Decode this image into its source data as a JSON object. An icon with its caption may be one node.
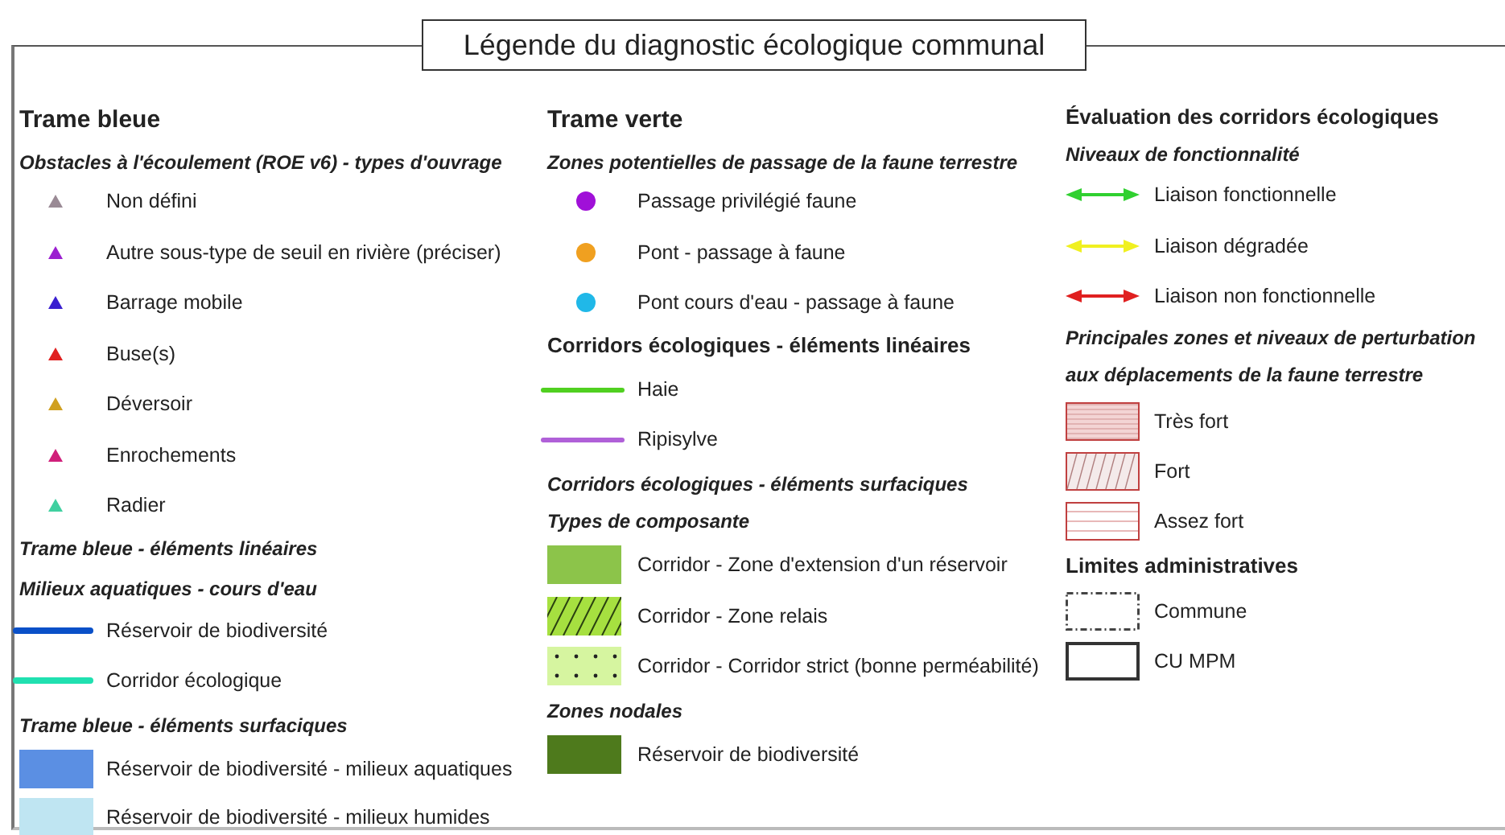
{
  "diagram": {
    "title": "Légende du diagnostic écologique communal",
    "labels": [
      "Trame bleue",
      "Obstacles à l'écoulement (ROE v6) - types d'ouvrage",
      "Trame bleue - éléments linéaires",
      "Milieux aquatiques - cours d'eau",
      "Trame bleue - éléments surfaciques",
      "Trame verte",
      "Zones potentielles de passage de la faune terrestre",
      "Corridors écologiques - éléments linéaires",
      "Corridors écologiques - éléments surfaciques",
      "Types de composante",
      "Zones nodales",
      "Évaluation des corridors écologiques",
      "Niveaux de fonctionnalité",
      "Principales zones et niveaux de perturbation aux déplacements de la faune terrestre",
      "Limites administratives"
    ],
    "legend": [
      {
        "text": "Non défini"
      },
      {
        "text": "Autre sous-type de seuil en rivière (préciser)"
      },
      {
        "text": "Barrage mobile"
      },
      {
        "text": "Buse(s)"
      },
      {
        "text": "Déversoir"
      },
      {
        "text": "Enrochements"
      },
      {
        "text": "Radier"
      },
      {
        "text": "Réservoir de biodiversité"
      },
      {
        "text": "Corridor écologique"
      },
      {
        "text": "Réservoir de biodiversité - milieux aquatiques",
        "color": "#5b8fe3"
      },
      {
        "text": "Réservoir de biodiversité - milieux humides",
        "color": "#bfe5f2"
      },
      {
        "text": "Passage privilégié faune"
      },
      {
        "text": "Pont - passage à faune"
      },
      {
        "text": "Pont cours d'eau - passage à faune"
      },
      {
        "text": "Haie"
      },
      {
        "text": "Ripisylve"
      },
      {
        "text": "Corridor - Zone d'extension d'un réservoir",
        "color": "#8cc44a"
      },
      {
        "text": "Corridor - Zone relais"
      },
      {
        "text": "Corridor - Corridor strict (bonne perméabilité)"
      },
      {
        "text": "Réservoir de biodiversité",
        "color": "#4e7a1c"
      },
      {
        "text": "Liaison fonctionnelle"
      },
      {
        "text": "Liaison dégradée"
      },
      {
        "text": "Liaison non fonctionnelle"
      },
      {
        "text": "Très fort"
      },
      {
        "text": "Fort"
      },
      {
        "text": "Assez fort"
      },
      {
        "text": "Commune"
      },
      {
        "text": "CU MPM"
      }
    ]
  }
}
